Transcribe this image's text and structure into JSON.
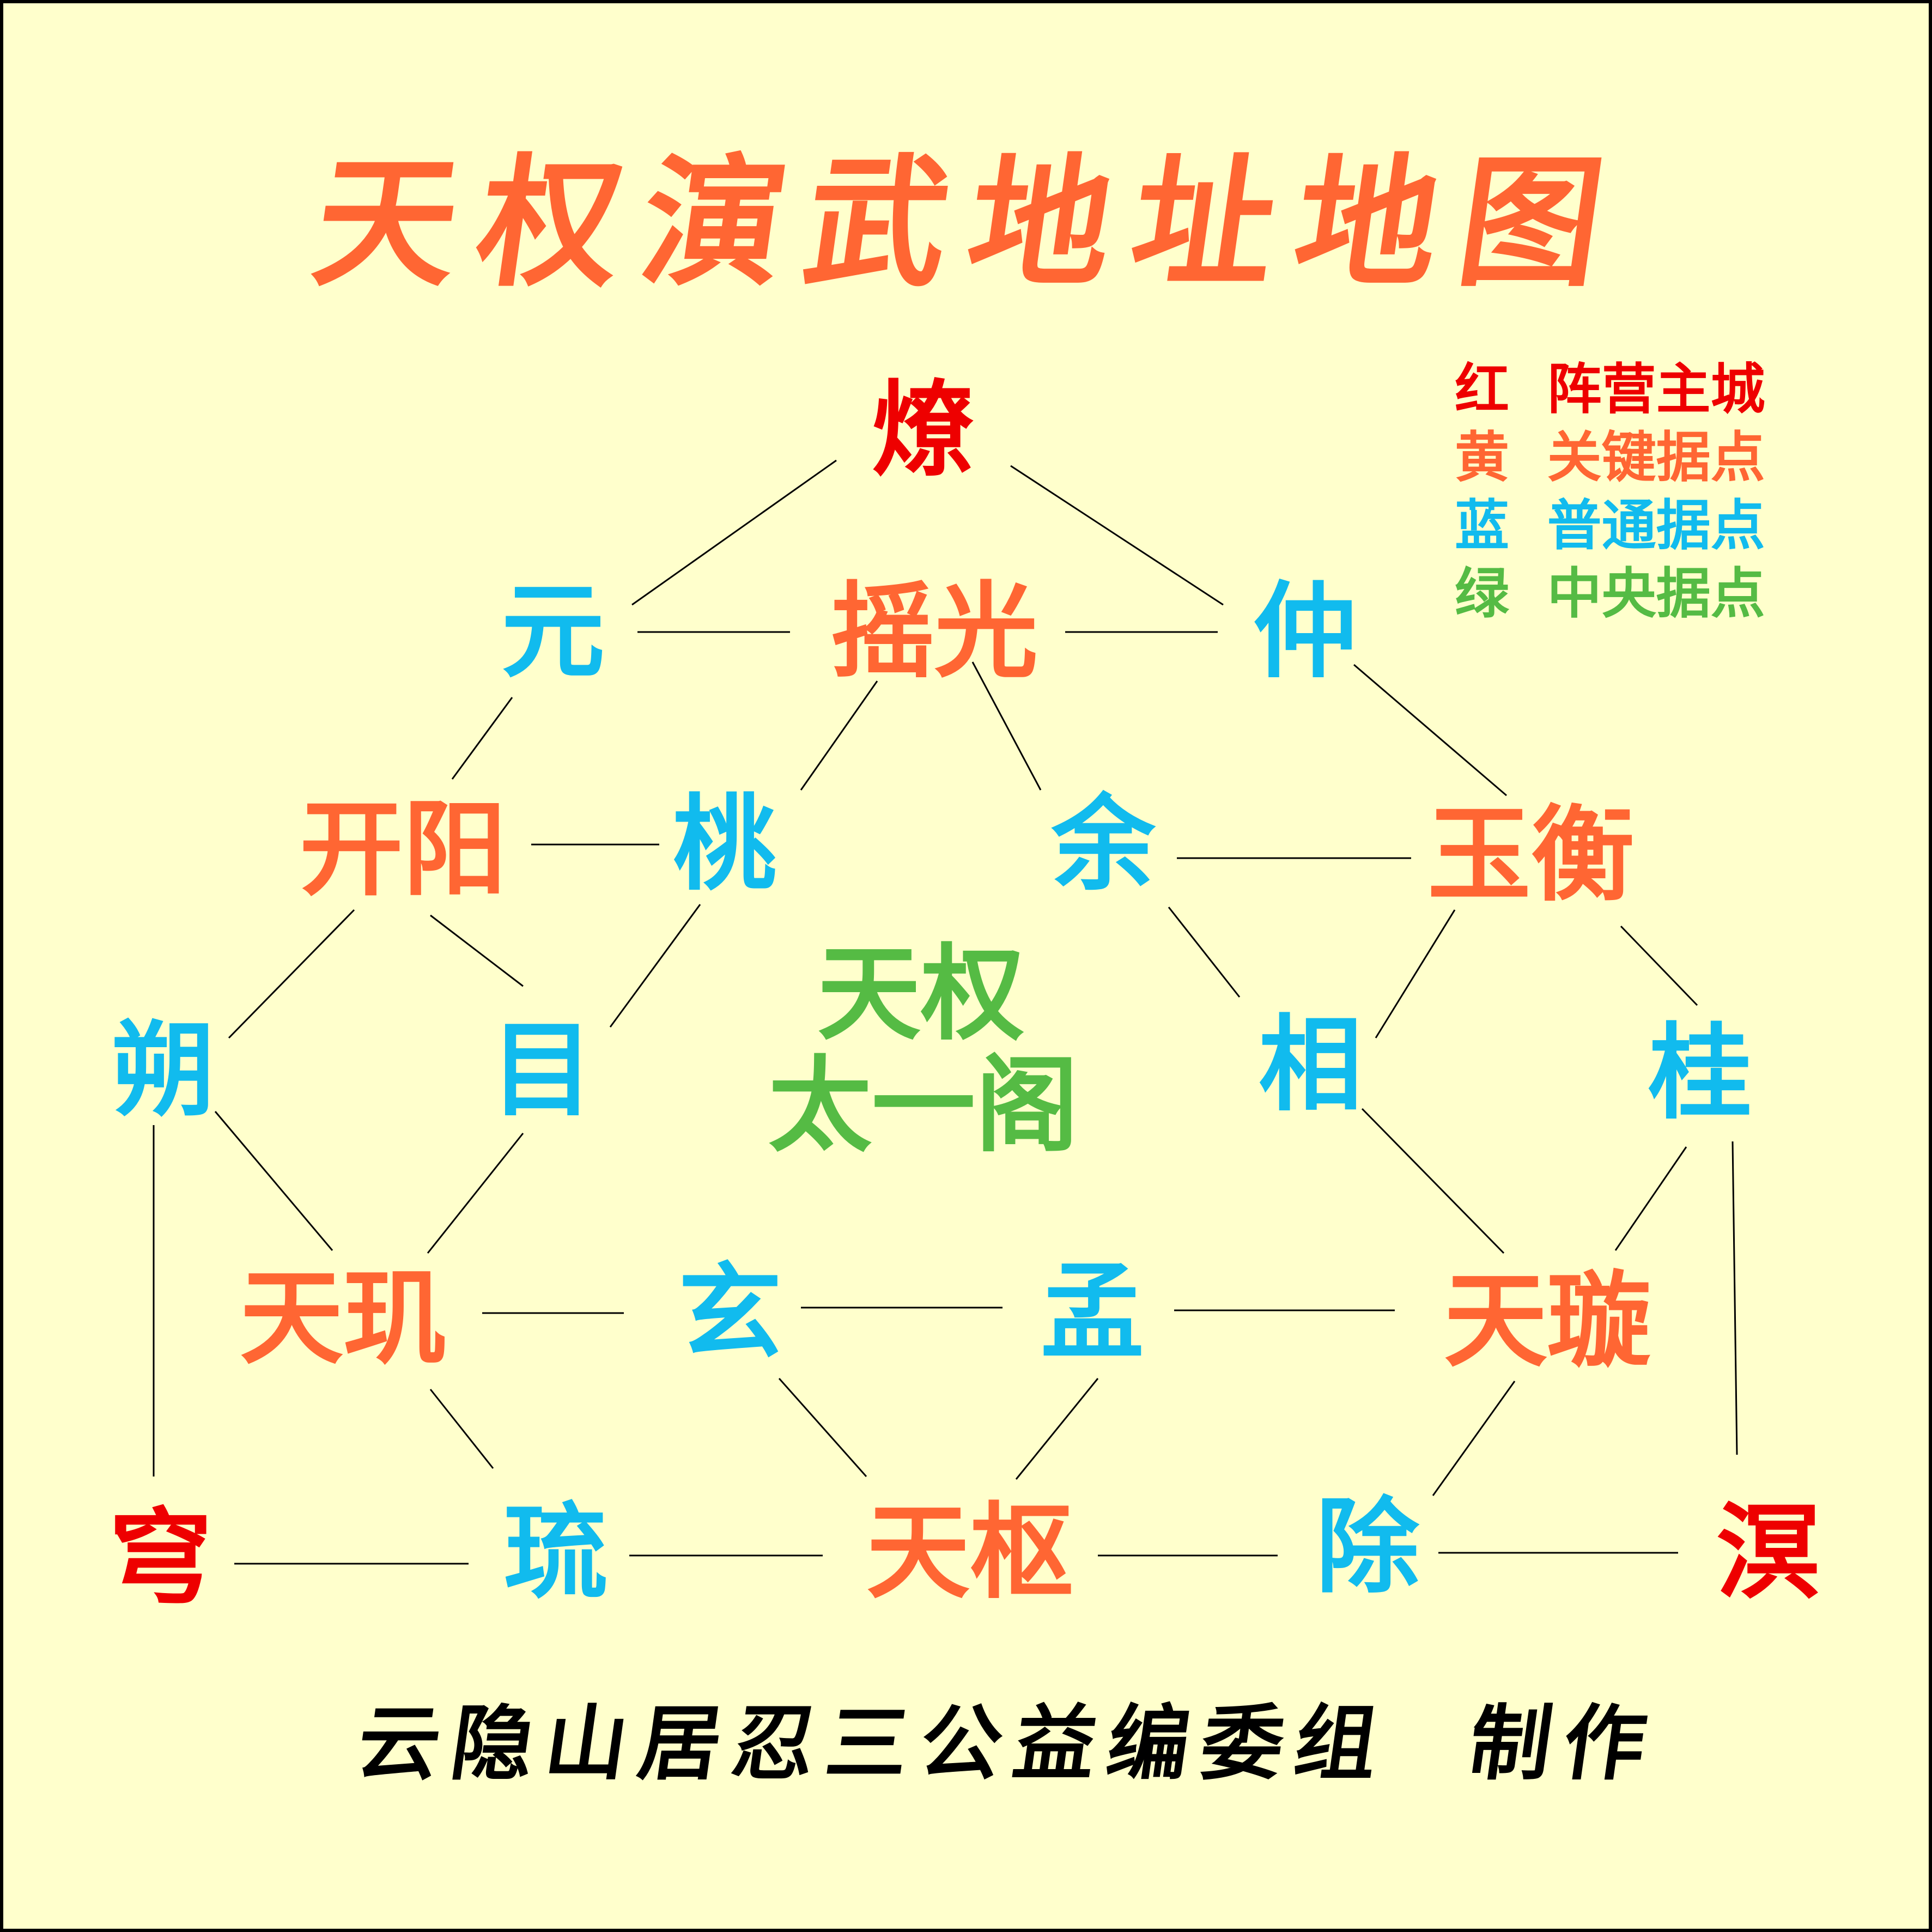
{
  "title": "天权演武地址地图",
  "footer": "云隐山居忍三公益编委组  制作",
  "legend": [
    {
      "key": "红",
      "label": "阵营主城",
      "color": "#ee0000"
    },
    {
      "key": "黄",
      "label": "关键据点",
      "color": "#ff6633"
    },
    {
      "key": "蓝",
      "label": "普通据点",
      "color": "#11bbee"
    },
    {
      "key": "绿",
      "label": "中央据点",
      "color": "#55bb44"
    }
  ],
  "center": {
    "line1": "天权",
    "line2": "太一阁"
  },
  "nodes": {
    "liao": "燎",
    "yuan": "元",
    "yaoguang": "摇光",
    "zhong": "仲",
    "kaiyang": "开阳",
    "tao": "桃",
    "yu": "余",
    "yuheng": "玉衡",
    "shuo": "朔",
    "mu": "目",
    "xiang": "相",
    "gui": "桂",
    "tianji": "天玑",
    "xuan": "玄",
    "meng": "孟",
    "tianxuan": "天璇",
    "qiong": "穹",
    "liu": "琉",
    "tianshu": "天枢",
    "chu": "除",
    "ming": "溟"
  },
  "edges": [
    [
      "liao",
      "yuan"
    ],
    [
      "liao",
      "zhong"
    ],
    [
      "yuan",
      "yaoguang"
    ],
    [
      "yaoguang",
      "zhong"
    ],
    [
      "yuan",
      "kaiyang"
    ],
    [
      "yaoguang",
      "tao"
    ],
    [
      "yaoguang",
      "yu"
    ],
    [
      "zhong",
      "yuheng"
    ],
    [
      "kaiyang",
      "tao"
    ],
    [
      "yu",
      "yuheng"
    ],
    [
      "kaiyang",
      "shuo"
    ],
    [
      "kaiyang",
      "mu"
    ],
    [
      "tao",
      "mu"
    ],
    [
      "yu",
      "xiang"
    ],
    [
      "yuheng",
      "xiang"
    ],
    [
      "yuheng",
      "gui"
    ],
    [
      "shuo",
      "tianji"
    ],
    [
      "mu",
      "tianji"
    ],
    [
      "xiang",
      "tianxuan"
    ],
    [
      "gui",
      "tianxuan"
    ],
    [
      "shuo",
      "qiong"
    ],
    [
      "gui",
      "ming"
    ],
    [
      "tianji",
      "xuan"
    ],
    [
      "xuan",
      "meng"
    ],
    [
      "meng",
      "tianxuan"
    ],
    [
      "tianji",
      "liu"
    ],
    [
      "xuan",
      "tianshu"
    ],
    [
      "meng",
      "tianshu"
    ],
    [
      "tianxuan",
      "chu"
    ],
    [
      "qiong",
      "liu"
    ],
    [
      "liu",
      "tianshu"
    ],
    [
      "tianshu",
      "chu"
    ],
    [
      "chu",
      "ming"
    ]
  ]
}
